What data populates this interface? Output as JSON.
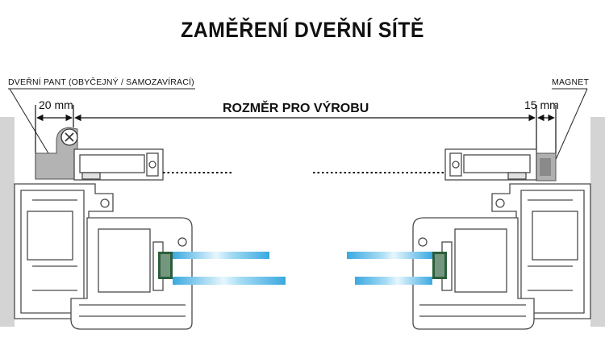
{
  "title": "ZAMĚŘENÍ DVEŘNÍ SÍTĚ",
  "labels": {
    "hinge": "DVEŘNÍ PANT (OBYČEJNÝ / SAMOZAVÍRACÍ)",
    "magnet": "MAGNET",
    "left_dim": "20 mm",
    "right_dim": "15 mm",
    "center_dim": "ROZMĚR PRO VÝROBU"
  },
  "colors": {
    "frame_fill": "#ffffff",
    "frame_stroke": "#4a4a4a",
    "wall": "#d4d4d4",
    "hinge": "#b3b3b3",
    "magnet": "#b0b0b0",
    "glass": "#49b6e8",
    "seal": "#2b5e3a"
  }
}
